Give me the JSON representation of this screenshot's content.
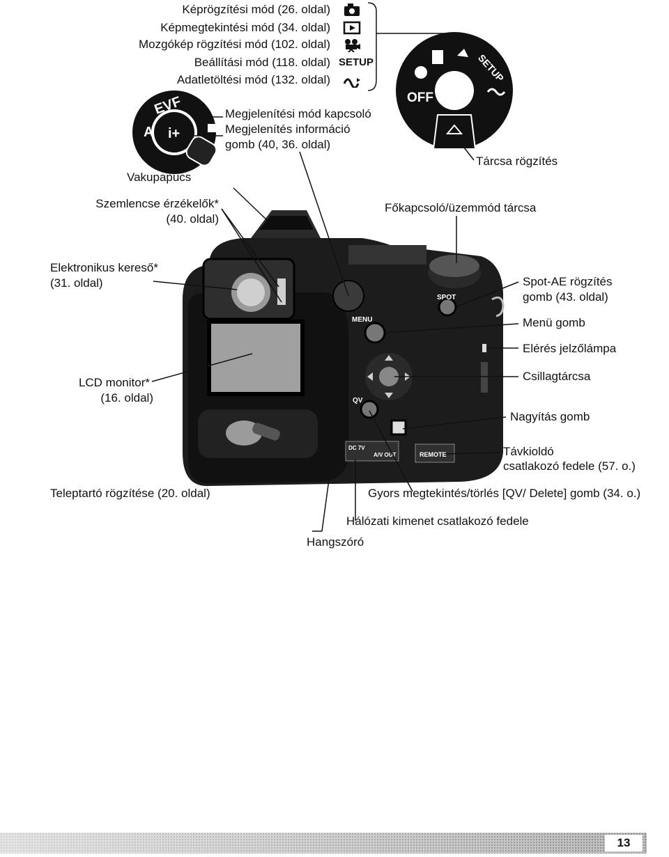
{
  "modes": [
    {
      "label": "Képrögzítési mód (26. oldal)",
      "icon": "camera-icon"
    },
    {
      "label": "Képmegtekintési mód (34. oldal)",
      "icon": "play-icon"
    },
    {
      "label": "Mozgókép rögzítési mód (102. oldal)",
      "icon": "movie-camera-icon"
    },
    {
      "label": "Beállítási mód (118. oldal)",
      "icon": "setup-text-icon",
      "icon_text": "SETUP"
    },
    {
      "label": "Adatletöltési mód (132. oldal)",
      "icon": "data-transfer-icon"
    }
  ],
  "callouts": {
    "display_mode_switch": "Megjelenítési mód kapcsoló",
    "display_info_button_1": "Megjelenítés információ",
    "display_info_button_2": "gomb (40, 36. oldal)",
    "hot_shoe": "Vakupapucs",
    "eyepiece_sensor_1": "Szemlencse érzékelők*",
    "eyepiece_sensor_2": "(40. oldal)",
    "dial_lock": "Tárcsa rögzítés",
    "main_switch": "Főkapcsoló/üzemmód tárcsa",
    "evf_1": "Elektronikus kereső*",
    "evf_2": "(31. oldal)",
    "spot_ae_1": "Spot-AE rögzítés",
    "spot_ae_2": "gomb (43. oldal)",
    "menu_button": "Menü gomb",
    "access_lamp": "Elérés jelzőlámpa",
    "controller": "Csillagtárcsa",
    "lcd_1": "LCD monitor*",
    "lcd_2": "(16. oldal)",
    "magnify": "Nagyítás gomb",
    "remote_cover_1": "Távkioldó",
    "remote_cover_2": "csatlakozó fedele (57. o.)",
    "battery_lock": "Teleptartó rögzítése (20. oldal)",
    "qv_delete": "Gyors megtekintés/törlés [QV/ Delete] gomb (34. o.)",
    "video_out_cover": "Hálózati kimenet csatlakozó fedele",
    "speaker": "Hangszóró"
  },
  "dial_left": {
    "evf": "EVF",
    "auto": "A",
    "info": "i+"
  },
  "dial_right": {
    "off": "OFF",
    "setup": "SETUP"
  },
  "camera_text": {
    "spot": "SPOT",
    "menu": "MENU",
    "qv": "QV",
    "remote": "REMOTE",
    "dc": "DC 7V",
    "av": "A/V OUT"
  },
  "page_number": "13"
}
